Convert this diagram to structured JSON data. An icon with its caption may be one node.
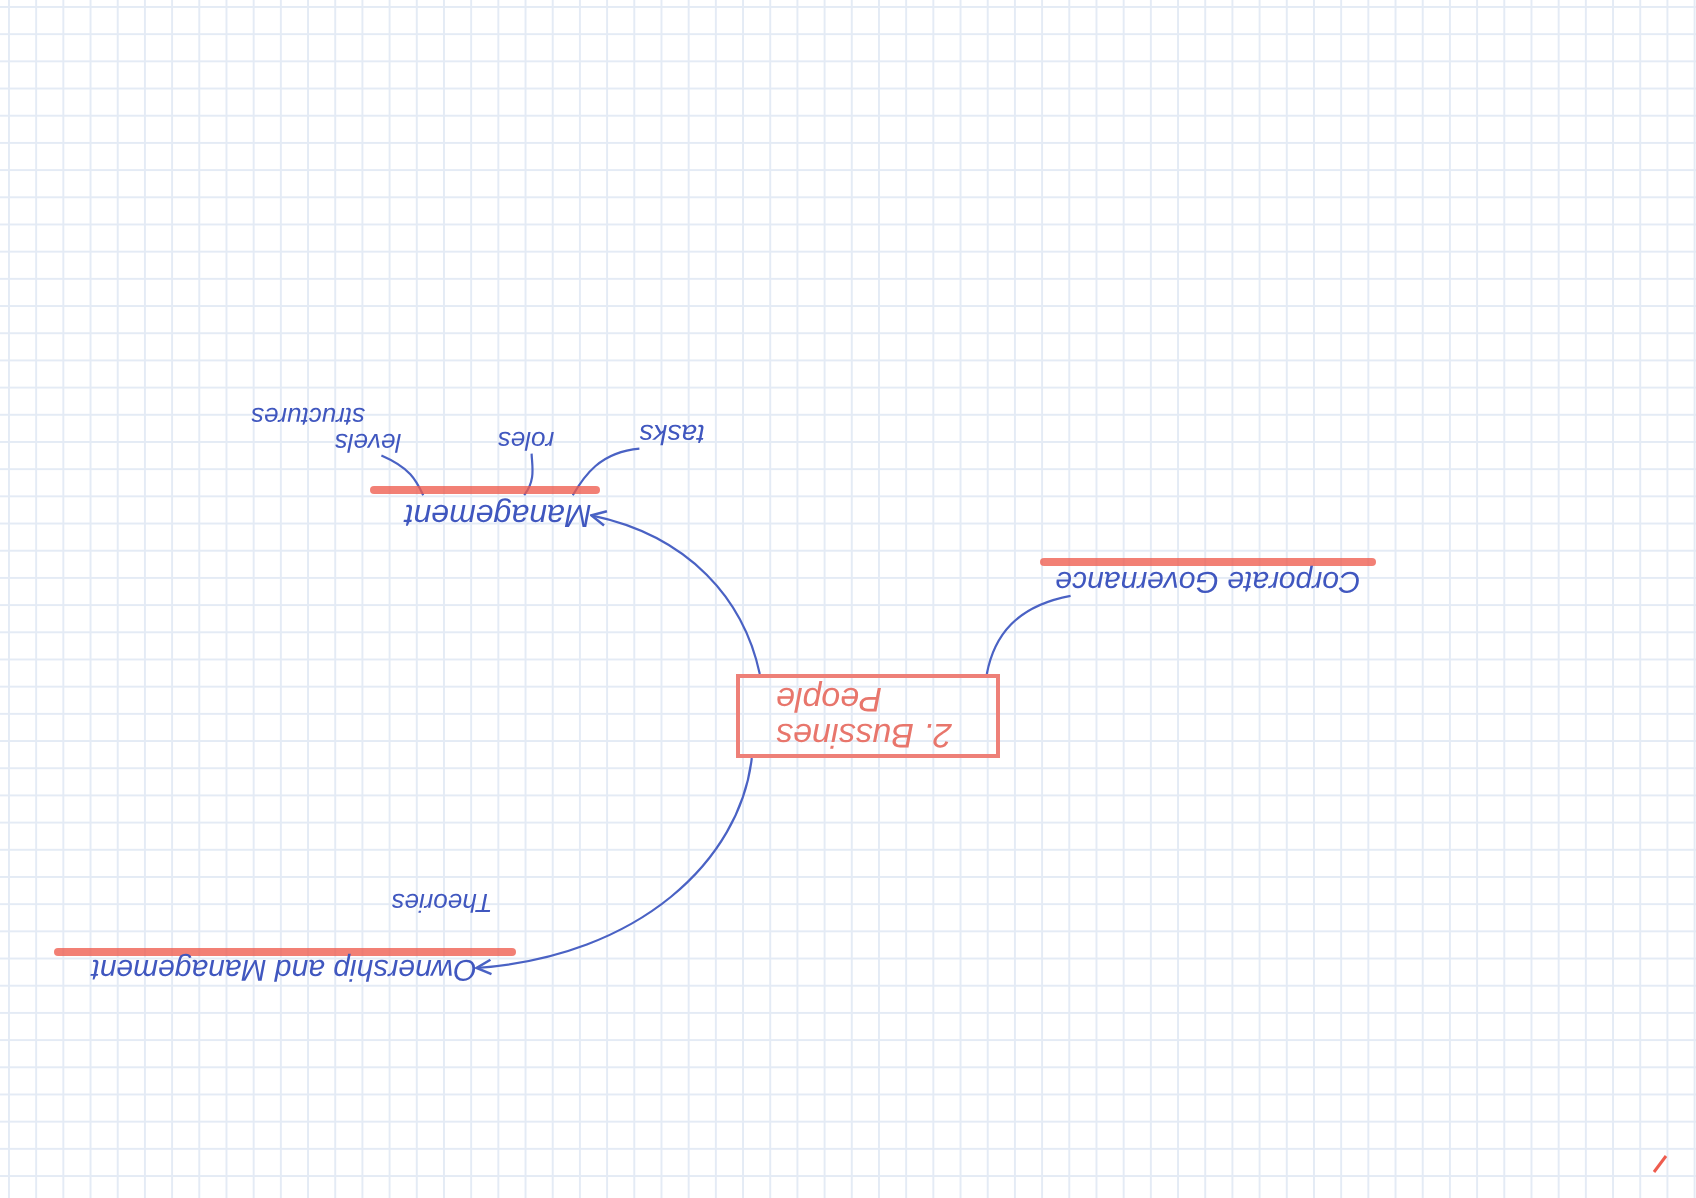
{
  "diagram": {
    "nodes": [
      {
        "text": [
          "2. Bussines People"
        ]
      },
      {
        "text": [
          "Management"
        ]
      },
      {
        "text": [
          "Corporate Governance"
        ]
      },
      {
        "text": [
          "Ownership and Management"
        ]
      },
      {
        "text": [
          "tasks"
        ]
      },
      {
        "text": [
          "roles"
        ]
      },
      {
        "text": [
          "levels"
        ]
      }
    ],
    "edges": [
      {
        "from": 0,
        "to": 1,
        "arrow": "to"
      },
      {
        "from": 0,
        "to": 2,
        "arrow": "none"
      },
      {
        "from": 0,
        "to": 3,
        "arrow": "to"
      },
      {
        "from": 1,
        "to": 4,
        "arrow": "none"
      },
      {
        "from": 1,
        "to": 5,
        "arrow": "none"
      },
      {
        "from": 1,
        "to": 6,
        "arrow": "none"
      }
    ],
    "labels": [
      "structures",
      "Theories"
    ]
  }
}
